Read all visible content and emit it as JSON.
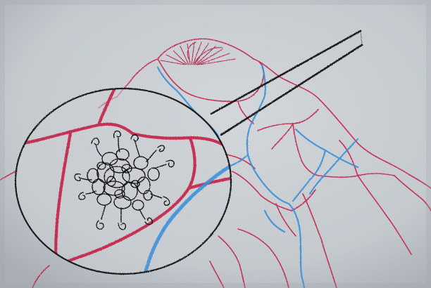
{
  "image": {
    "subject": "colored-pencil-sketch",
    "colors": {
      "paper": "#c9cdd2",
      "paper_shadow": "#aeb3ba",
      "vessel_red": "#c4244a",
      "vessel_red_dark": "#b0173c",
      "vessel_blue": "#3b8fd6",
      "outline_black": "#1a1a1a",
      "tangle_black": "#111111"
    },
    "icons": [
      "magnifying-glass-icon",
      "blood-vessel-network",
      "capillary-tangle"
    ]
  }
}
